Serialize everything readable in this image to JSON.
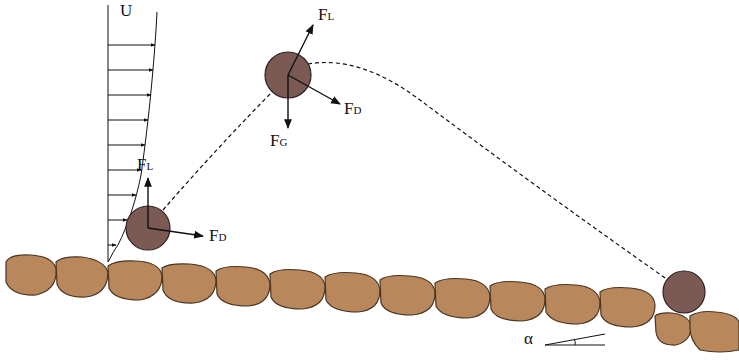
{
  "diagram": {
    "labels": [
      "U",
      "FL",
      "FD",
      "FL",
      "FD",
      "FG",
      "α"
    ]
  }
}
